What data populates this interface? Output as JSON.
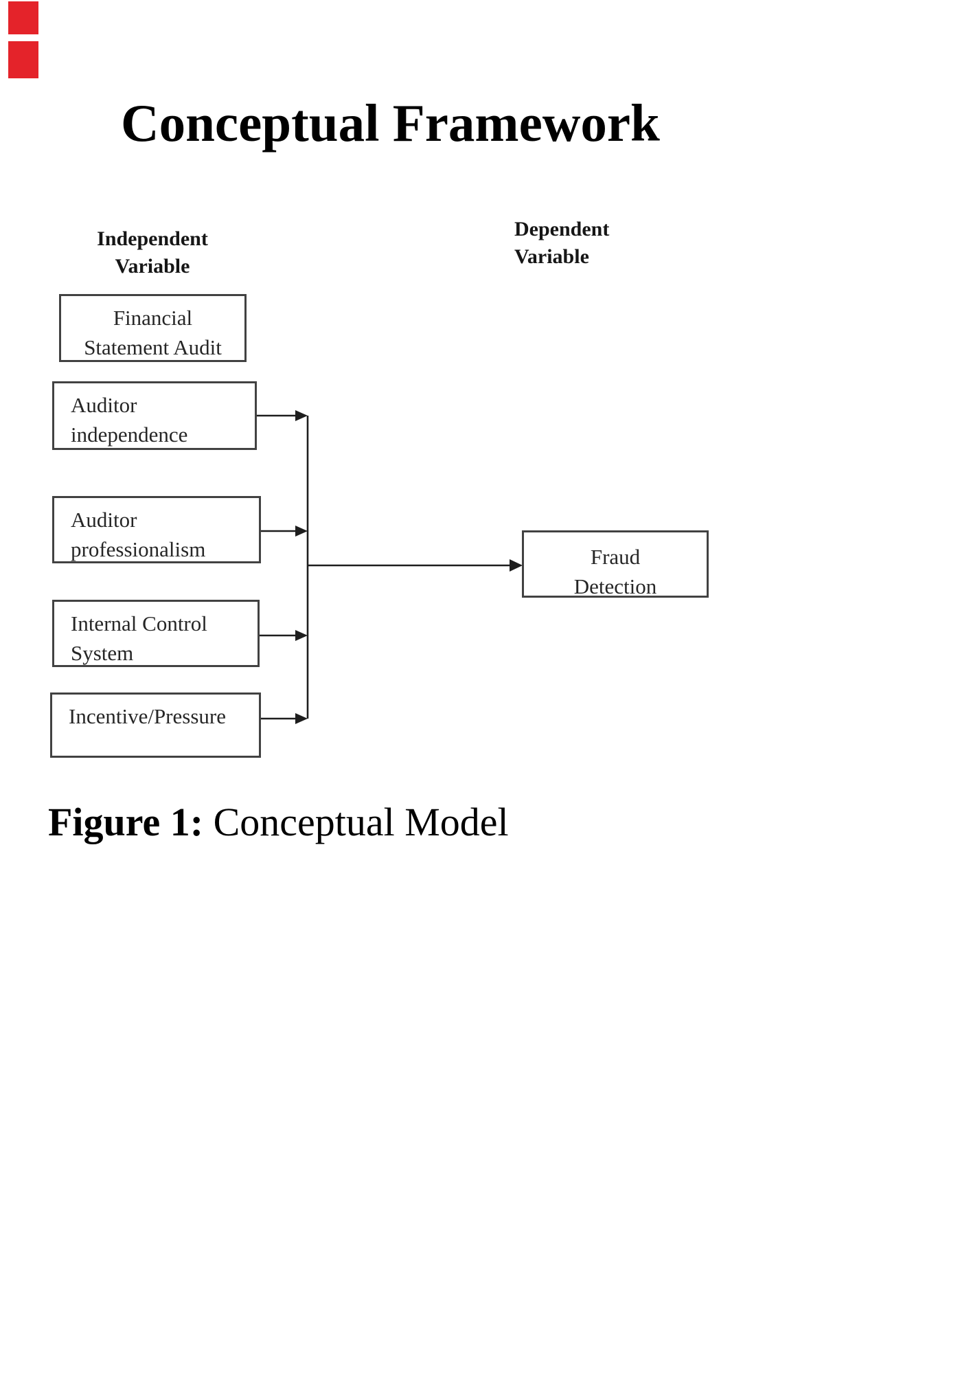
{
  "title": {
    "text": "Conceptual Framework"
  },
  "headers": {
    "independent": "Independent\nVariable",
    "dependent": "Dependent\nVariable"
  },
  "boxes": {
    "financial_statement_audit": "Financial\nStatement Audit",
    "auditor_independence": "Auditor\nindependence",
    "auditor_professionalism": "Auditor\nprofessionalism",
    "internal_control_system": "Internal Control\nSystem",
    "incentive_pressure": "Incentive/Pressure",
    "fraud_detection": "Fraud\nDetection"
  },
  "caption": {
    "label": "Figure 1:",
    "text": " Conceptual Model"
  },
  "colors": {
    "red_mark": "#e4232a",
    "box_border": "#424242",
    "connector_line": "#1e1e1e",
    "text": "#262626"
  }
}
